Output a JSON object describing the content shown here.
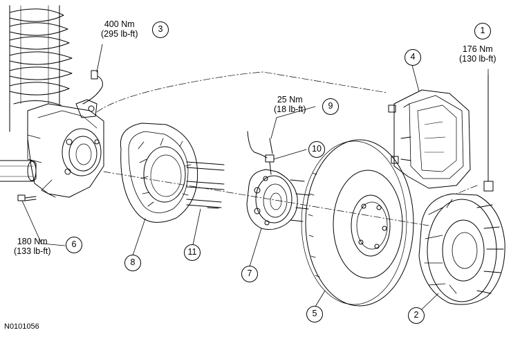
{
  "figure_id": "N0101056",
  "callouts": [
    {
      "number": "1",
      "torque_nm": "176 Nm",
      "torque_lbft": "(130 lb-ft)"
    },
    {
      "number": "2"
    },
    {
      "number": "3",
      "torque_nm": "400 Nm",
      "torque_lbft": "(295 lb-ft)"
    },
    {
      "number": "4"
    },
    {
      "number": "5"
    },
    {
      "number": "6",
      "torque_nm": "180 Nm",
      "torque_lbft": "(133 lb-ft)"
    },
    {
      "number": "7"
    },
    {
      "number": "8"
    },
    {
      "number": "9",
      "torque_nm": "25 Nm",
      "torque_lbft": "(18 lb-ft)"
    },
    {
      "number": "10"
    },
    {
      "number": "11"
    }
  ]
}
